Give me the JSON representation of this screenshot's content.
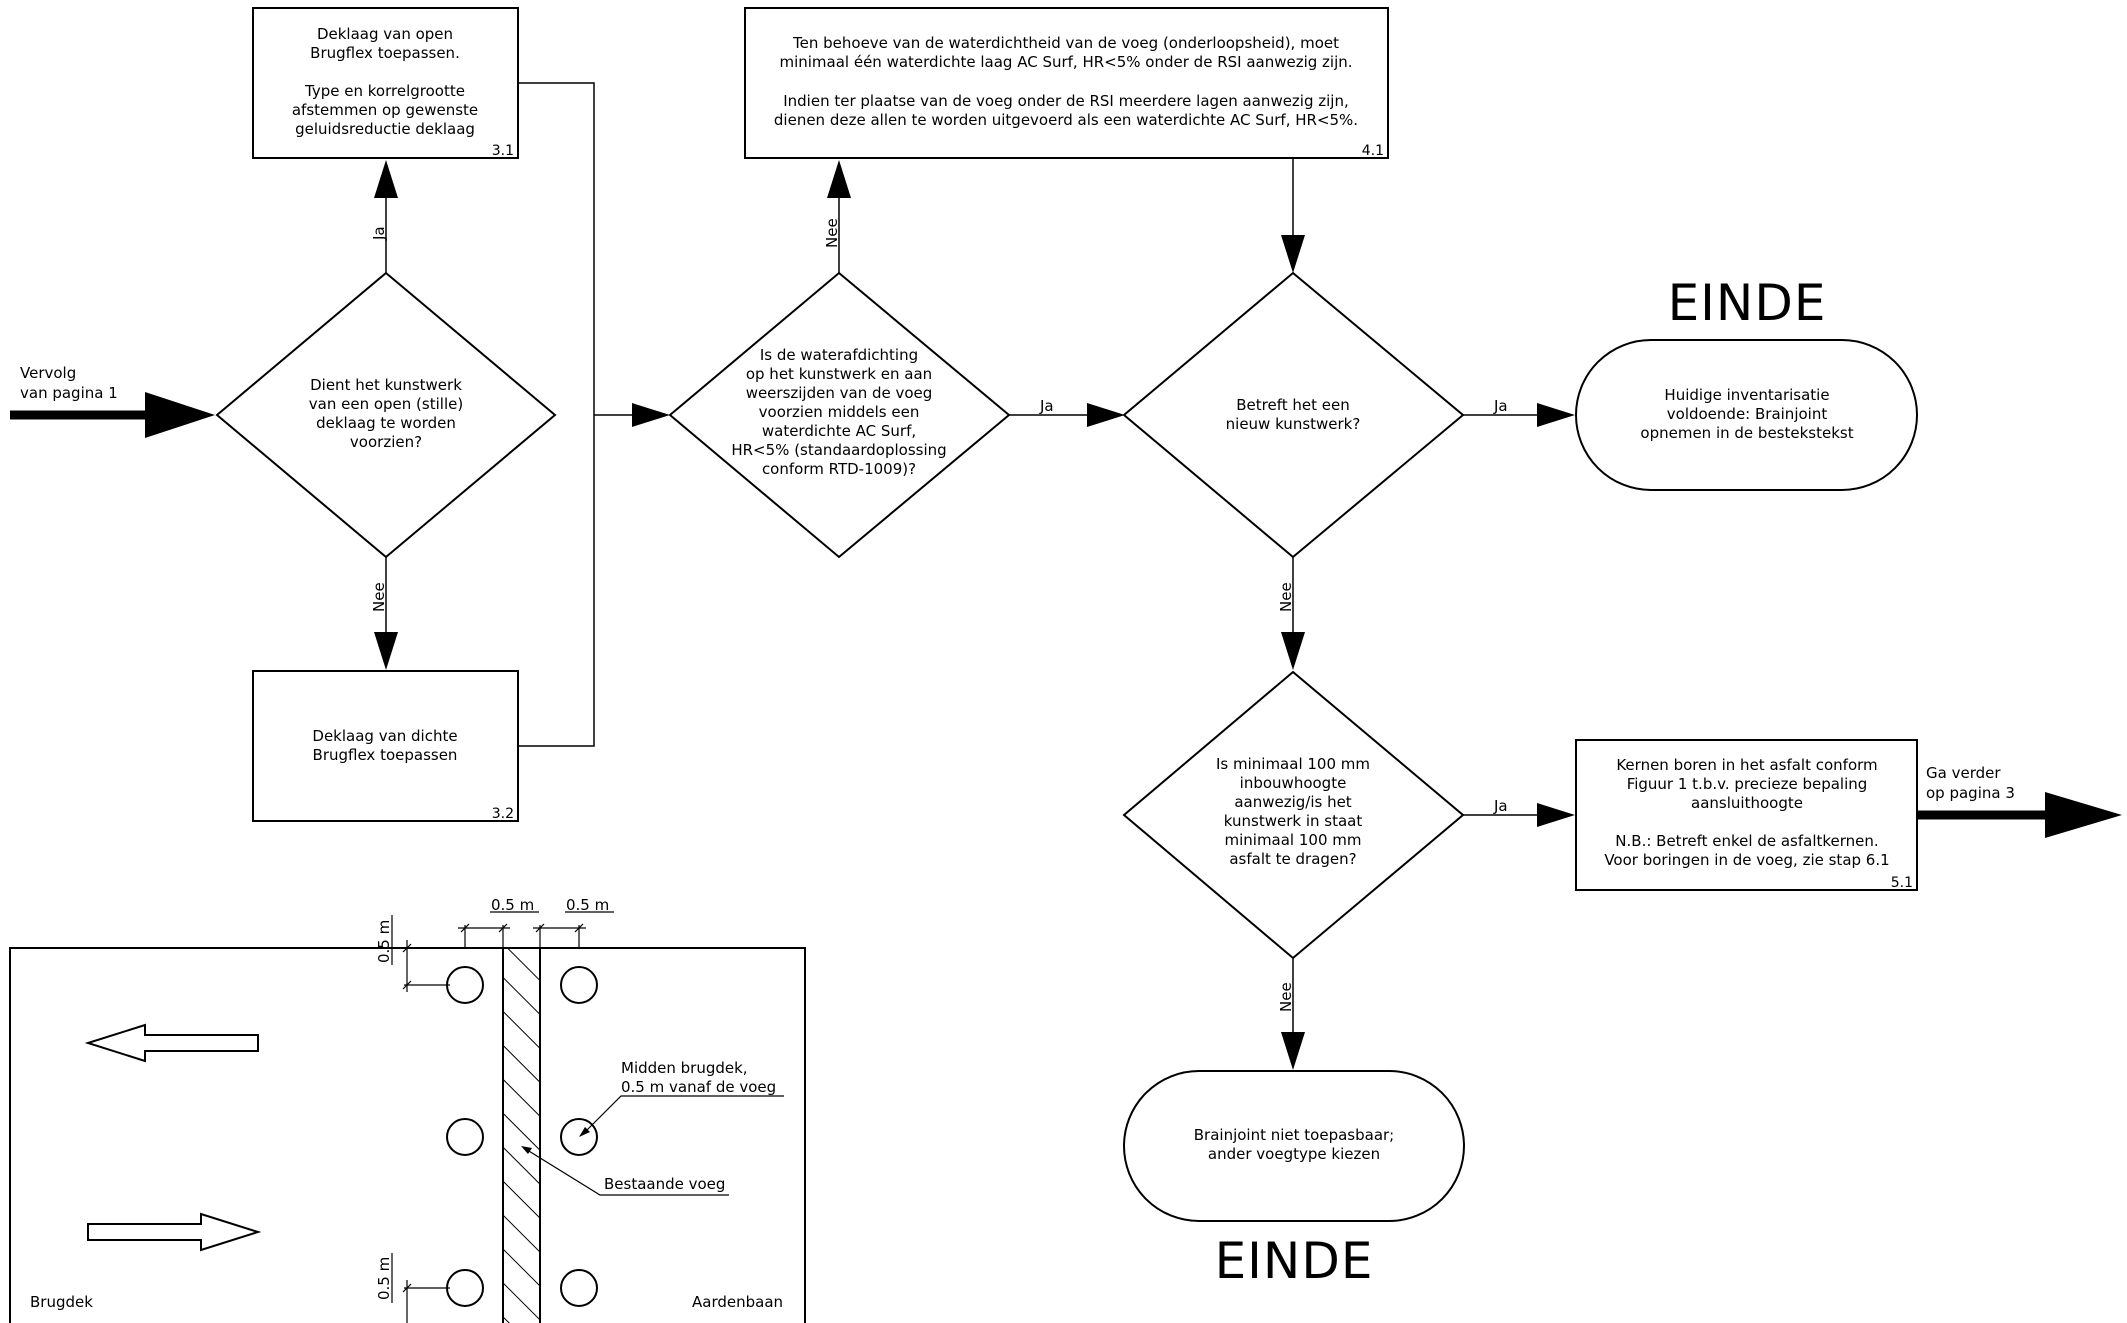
{
  "start": {
    "line1": "Vervolg",
    "line2": "van pagina 1"
  },
  "continue": {
    "line1": "Ga verder",
    "line2": "op pagina 3"
  },
  "box_3_1": {
    "lines": [
      "Deklaag van open",
      "Brugflex toepassen.",
      "",
      "Type en korrelgrootte",
      "afstemmen op gewenste",
      "geluidsreductie deklaag"
    ],
    "step": "3.1"
  },
  "box_3_2": {
    "lines": [
      "Deklaag van dichte",
      "Brugflex toepassen"
    ],
    "step": "3.2"
  },
  "box_4_1": {
    "lines": [
      "Ten behoeve van de waterdichtheid van de voeg (onderloopsheid), moet",
      "minimaal één waterdichte laag AC Surf, HR<5% onder de RSI aanwezig zijn.",
      "",
      "Indien ter plaatse van de voeg onder de RSI meerdere lagen aanwezig zijn,",
      "dienen deze allen te worden uitgevoerd als een waterdichte AC Surf, HR<5%."
    ],
    "step": "4.1"
  },
  "box_5_1": {
    "lines": [
      "Kernen boren in het asfalt conform",
      "Figuur 1 t.b.v. precieze bepaling",
      "aansluithoogte",
      "",
      "N.B.: Betreft enkel de asfaltkernen.",
      "Voor boringen in de voeg, zie stap 6.1"
    ],
    "step": "5.1"
  },
  "decision_1": {
    "lines": [
      "Dient het kunstwerk",
      "van een open (stille)",
      "deklaag te worden",
      "voorzien?"
    ]
  },
  "decision_2": {
    "lines": [
      "Is de waterafdichting",
      "op het kunstwerk en aan",
      "weerszijden van de voeg",
      "voorzien middels een",
      "waterdichte AC Surf,",
      "HR<5% (standaardoplossing",
      "conform RTD-1009)?"
    ]
  },
  "decision_3": {
    "lines": [
      "Betreft het een",
      "nieuw kunstwerk?"
    ]
  },
  "decision_4": {
    "lines": [
      "Is minimaal 100 mm",
      "inbouwhoogte",
      "aanwezig/is het",
      "kunstwerk in staat",
      "minimaal 100 mm",
      "asfalt te dragen?"
    ]
  },
  "end_1": {
    "lines": [
      "Huidige inventarisatie",
      "voldoende: Brainjoint",
      "opnemen in de bestekstekst"
    ],
    "title": "EINDE"
  },
  "end_2": {
    "lines": [
      "Brainjoint niet toepasbaar;",
      "ander voegtype kiezen"
    ],
    "title": "EINDE"
  },
  "edge_labels": {
    "yes": "Ja",
    "no": "Nee"
  },
  "figure": {
    "dim_half_m": "0.5 m",
    "callout_center": [
      "Midden brugdek,",
      "0.5 m vanaf de voeg"
    ],
    "callout_joint": "Bestaande voeg",
    "left_label": "Brugdek",
    "right_label": "Aardenbaan"
  }
}
